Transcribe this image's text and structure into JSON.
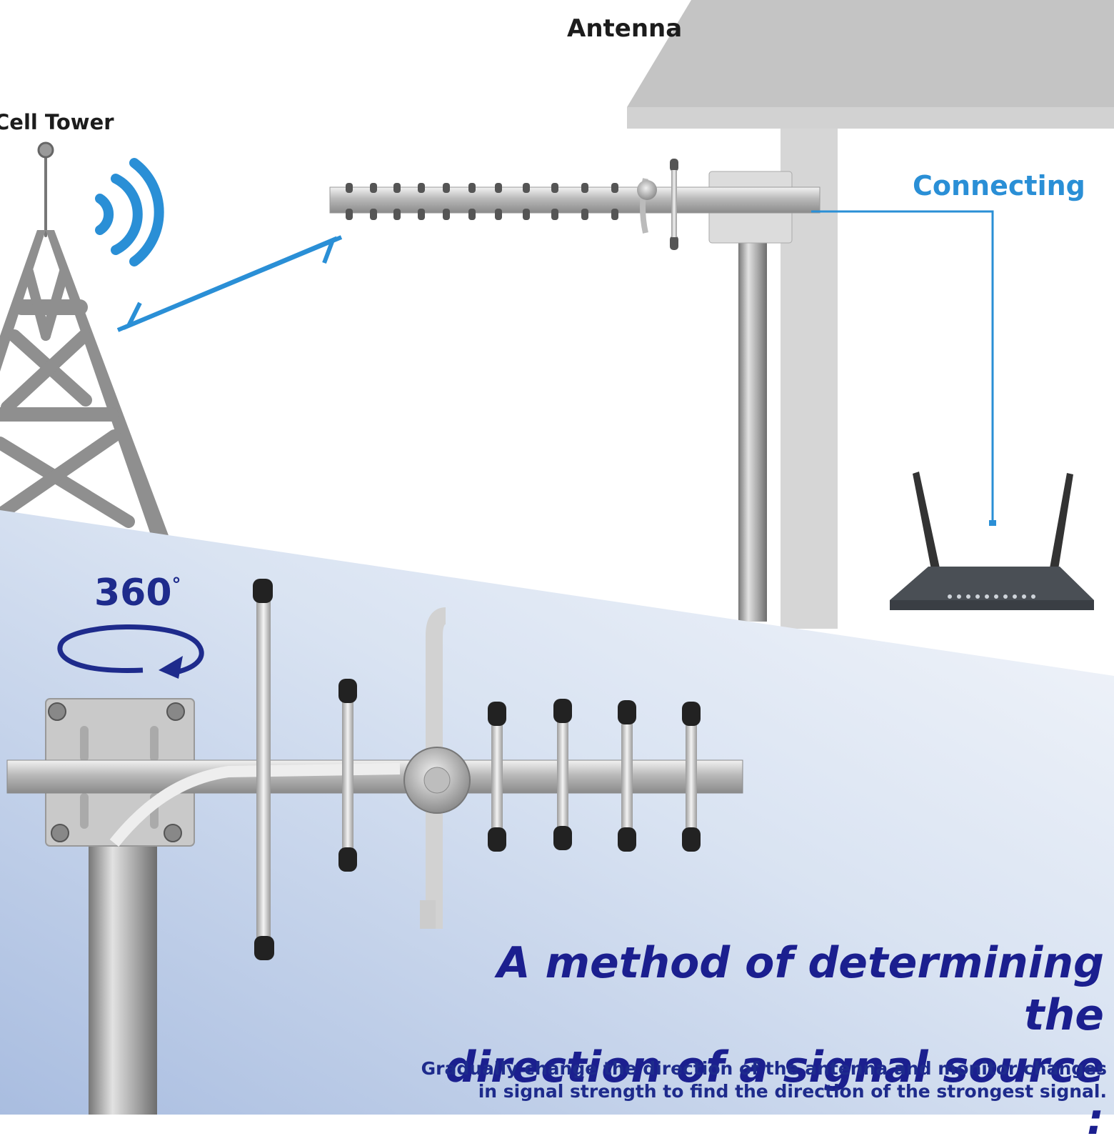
{
  "labels": {
    "antenna": "Antenna",
    "cell_tower": "Cell Tower",
    "connecting": "Connecting",
    "rotation": "360",
    "degree": "°"
  },
  "headline": {
    "line1": "A method of determining the",
    "line2": "direction of a signal source :"
  },
  "description": {
    "line1": "Gradually change the direction of the antenna and monitor changes",
    "line2": "in signal strength to find the direction of the strongest signal."
  },
  "colors": {
    "accent_blue": "#2a8fd6",
    "heading_navy": "#1b1f8f",
    "building_gray": "#c4c4c4",
    "tower_gray": "#8f8f8f",
    "panel_gradient_start": "#a9bde0",
    "panel_gradient_end": "#f3f6fb"
  },
  "icons": [
    "signal-waves-icon",
    "bidirectional-arrow-icon",
    "rotation-arrow-icon",
    "router-icon"
  ]
}
